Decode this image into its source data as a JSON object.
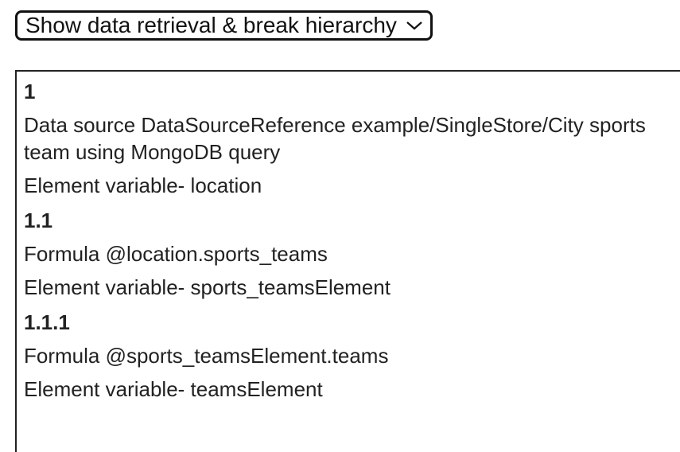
{
  "dropdown": {
    "label": "Show data retrieval & break hierarchy",
    "icon": "chevron-down-icon"
  },
  "hierarchy": [
    {
      "id": "1",
      "lines": [
        "Data source DataSourceReference example/SingleStore/City sports team using MongoDB query",
        "Element variable- location"
      ]
    },
    {
      "id": "1.1",
      "lines": [
        "Formula @location.sports_teams",
        "Element variable- sports_teamsElement"
      ]
    },
    {
      "id": "1.1.1",
      "lines": [
        "Formula @sports_teamsElement.teams",
        "Element variable- teamsElement"
      ]
    }
  ]
}
